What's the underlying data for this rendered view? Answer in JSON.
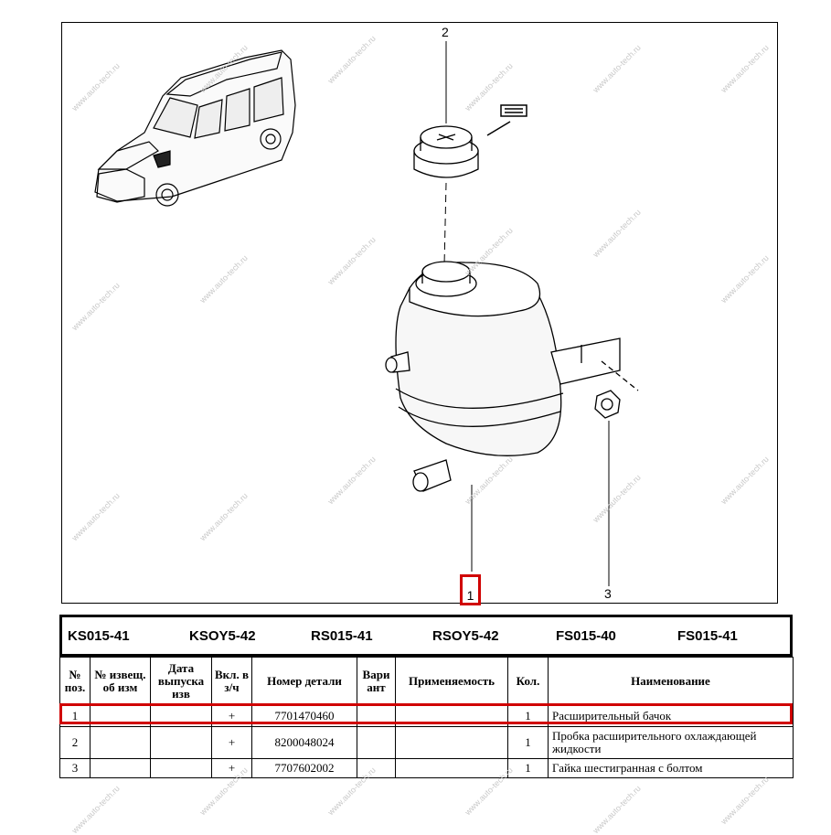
{
  "diagram": {
    "callouts": [
      "1",
      "2",
      "3"
    ],
    "watermark": "www.auto-tech.ru"
  },
  "models": [
    "KS015-41",
    "KSOY5-42",
    "RS015-41",
    "RSOY5-42",
    "FS015-40",
    "FS015-41"
  ],
  "table": {
    "headers": {
      "pos": "№ поз.",
      "notice": "№ извещ. об изм",
      "date": "Дата выпуска изв",
      "incl": "Вкл. в з/ч",
      "part_number": "Номер детали",
      "variant": "Вари ант",
      "applicability": "Применяемость",
      "qty": "Кол.",
      "name": "Наименование"
    },
    "rows": [
      {
        "pos": "1",
        "incl": "+",
        "part_number": "7701470460",
        "qty": "1",
        "name": "Расширительный бачок"
      },
      {
        "pos": "2",
        "incl": "+",
        "part_number": "8200048024",
        "qty": "1",
        "name": "Пробка расширительного охлаждающей жидкости"
      },
      {
        "pos": "3",
        "incl": "+",
        "part_number": "7707602002",
        "qty": "1",
        "name": "Гайка шестигранная с болтом"
      }
    ]
  },
  "colors": {
    "highlight": "#d00000",
    "watermark": "#c8c8c8"
  }
}
